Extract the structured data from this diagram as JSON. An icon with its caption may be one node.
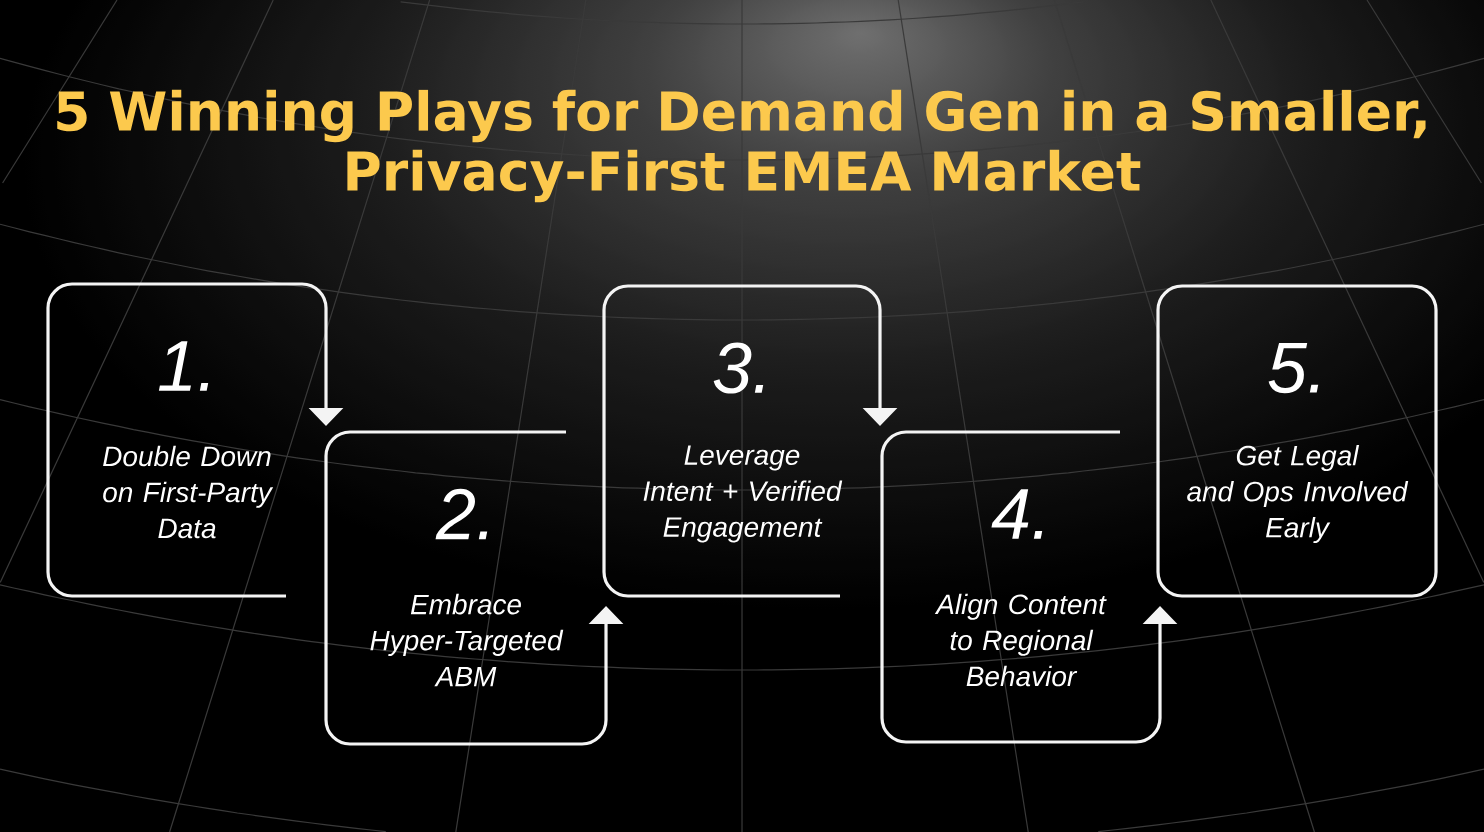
{
  "diagram": {
    "title": "5 Winning Plays for Demand Gen in a Smaller, Privacy-First EMEA Market",
    "nodes": [
      {
        "text": [
          "1.",
          "Double Down on First-Party Data"
        ]
      },
      {
        "text": [
          "2.",
          "Embrace Hyper-Targeted ABM"
        ]
      },
      {
        "text": [
          "3.",
          "Leverage Intent + Verified Engagement"
        ]
      },
      {
        "text": [
          "4.",
          "Align Content to Regional Behavior"
        ]
      },
      {
        "text": [
          "5.",
          "Get Legal and Ops Involved Early"
        ]
      }
    ],
    "edges": [
      {
        "from": 0,
        "to": 1,
        "arrow": "to"
      },
      {
        "from": 1,
        "to": 2,
        "arrow": "to"
      },
      {
        "from": 2,
        "to": 3,
        "arrow": "to"
      },
      {
        "from": 3,
        "to": 4,
        "arrow": "to"
      }
    ]
  }
}
